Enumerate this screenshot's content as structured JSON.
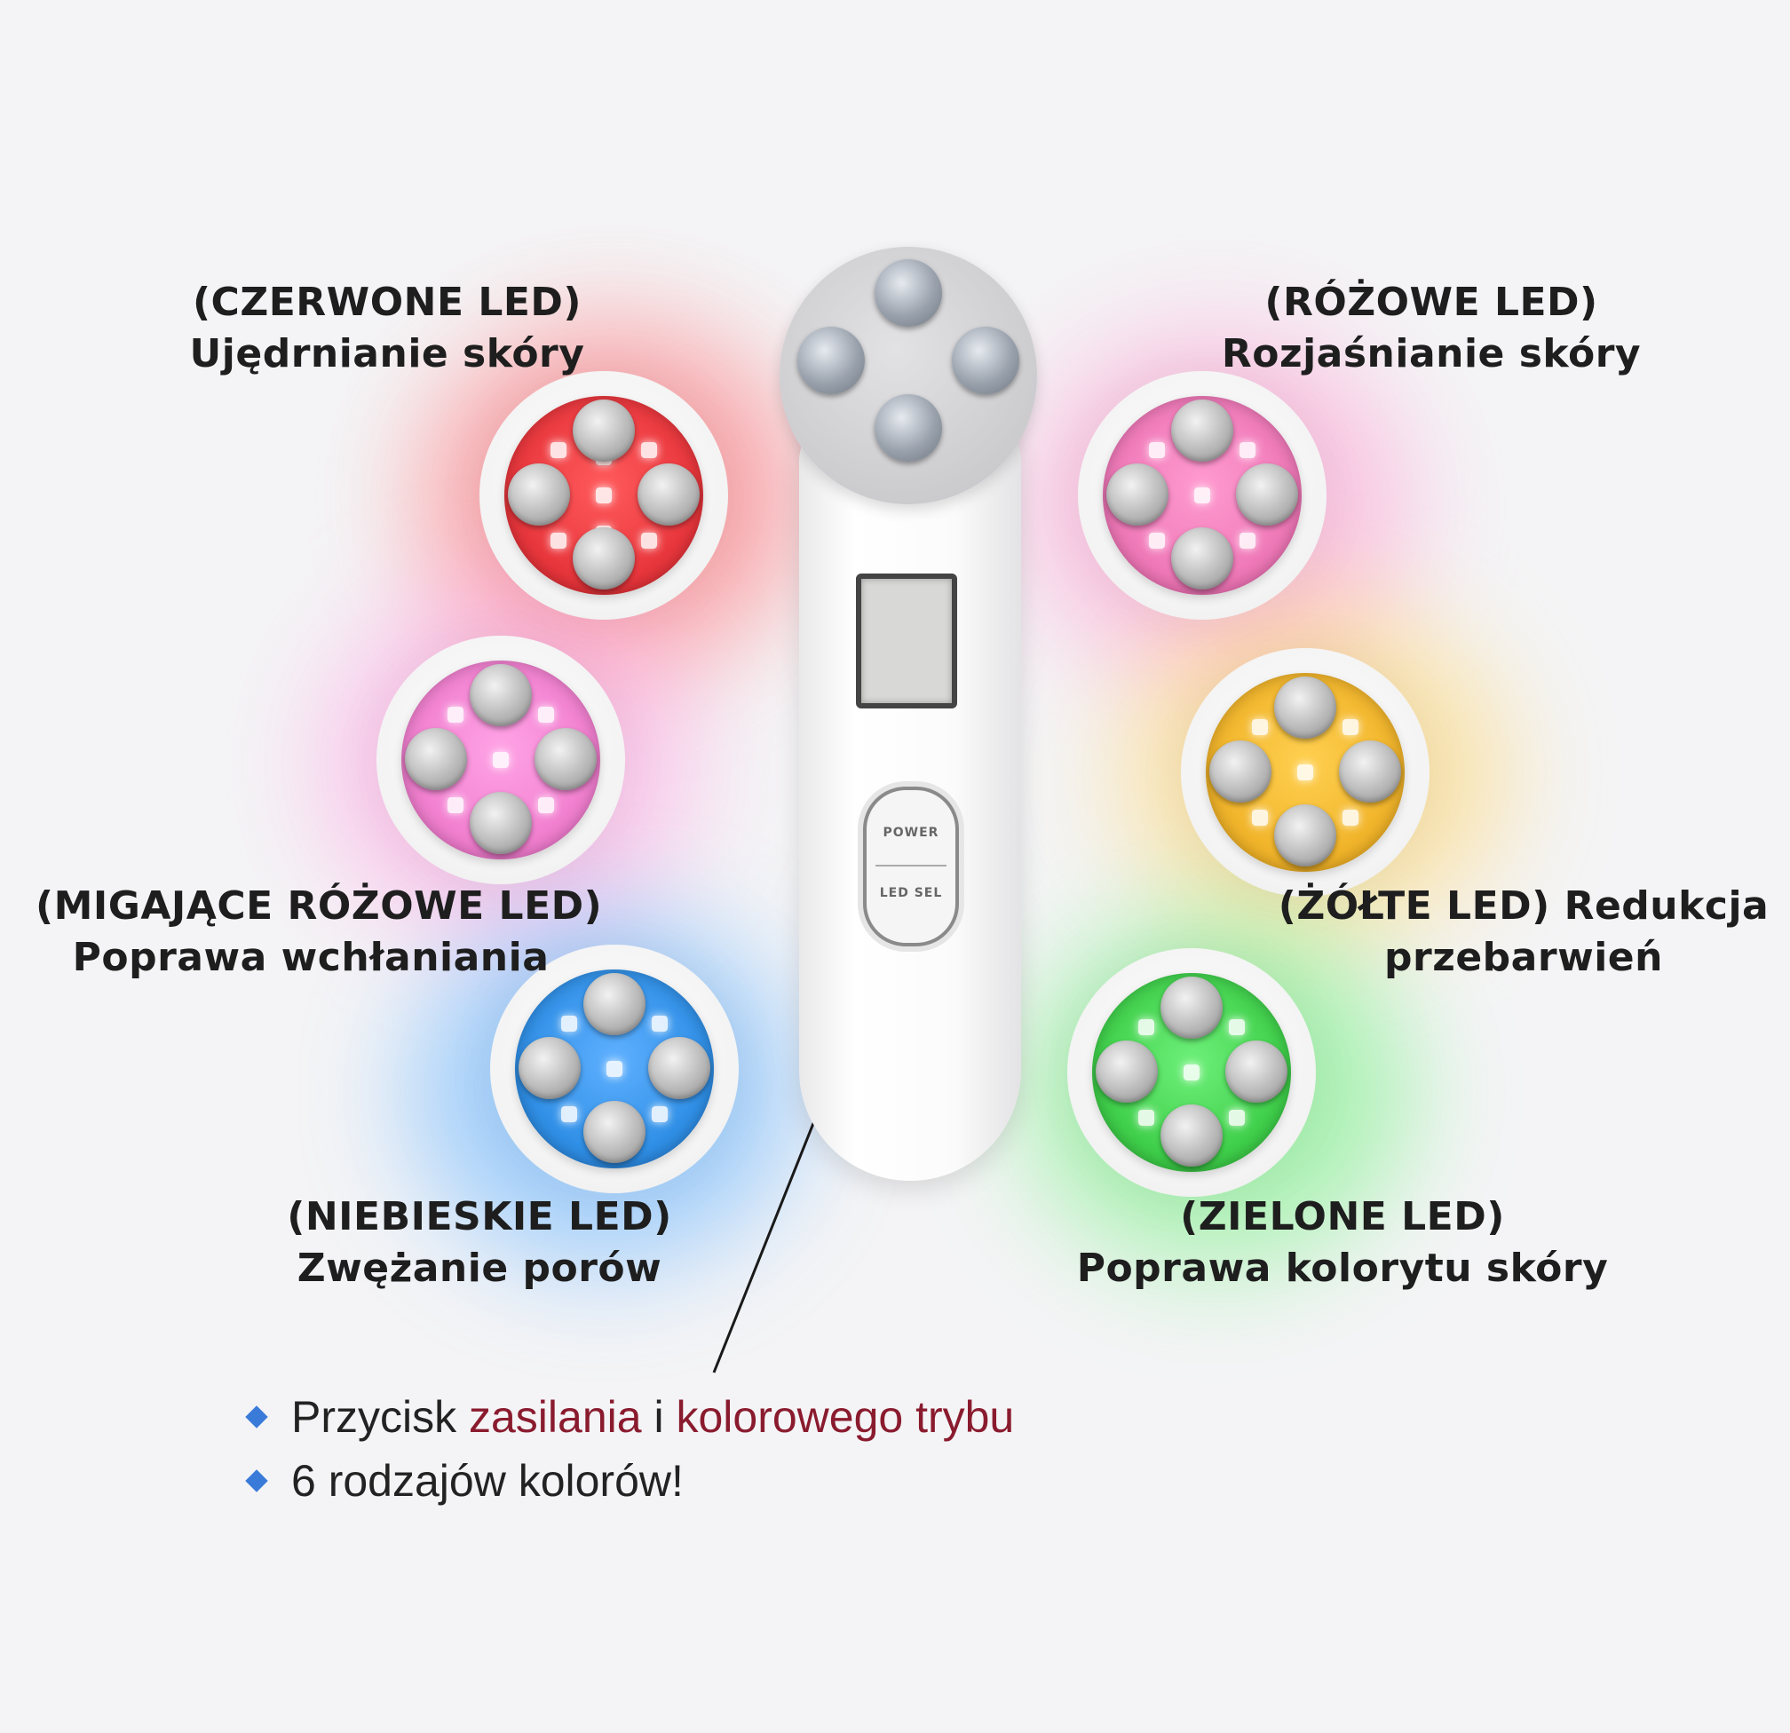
{
  "labels": {
    "red": {
      "line1": "(CZERWONE LED)",
      "line2": "Ujędrnianie skóry"
    },
    "pink": {
      "line1": "(RÓŻOWE LED)",
      "line2": "Rozjaśnianie skóry"
    },
    "blinking_pink": {
      "line1": "(MIGAJĄCE RÓŻOWE LED)",
      "line2": "Poprawa wchłaniania"
    },
    "yellow": {
      "line1": "(ŻÓŁTE LED) Redukcja",
      "line2": "przebarwień"
    },
    "blue": {
      "line1": "(NIEBIESKIE LED)",
      "line2": "Zwężanie porów"
    },
    "green": {
      "line1": "(ZIELONE LED)",
      "line2": "Poprawa kolorytu skóry"
    }
  },
  "device": {
    "button_top": "POWER",
    "button_bottom": "LED SEL"
  },
  "bullets": {
    "b1_prefix": "Przycisk ",
    "b1_highlight1": "zasilania",
    "b1_mid": " i ",
    "b1_highlight2": "kolorowego trybu",
    "b2": "6 rodzajów kolorów!"
  },
  "colors": {
    "red": "#e8363c",
    "pink": "#ef78b8",
    "blinking_pink": "#f17fcf",
    "yellow": "#f1b42a",
    "blue": "#2f8fe6",
    "green": "#3fcf4a",
    "bullet": "#3a7ad8",
    "highlight": "#8a1b2e"
  }
}
